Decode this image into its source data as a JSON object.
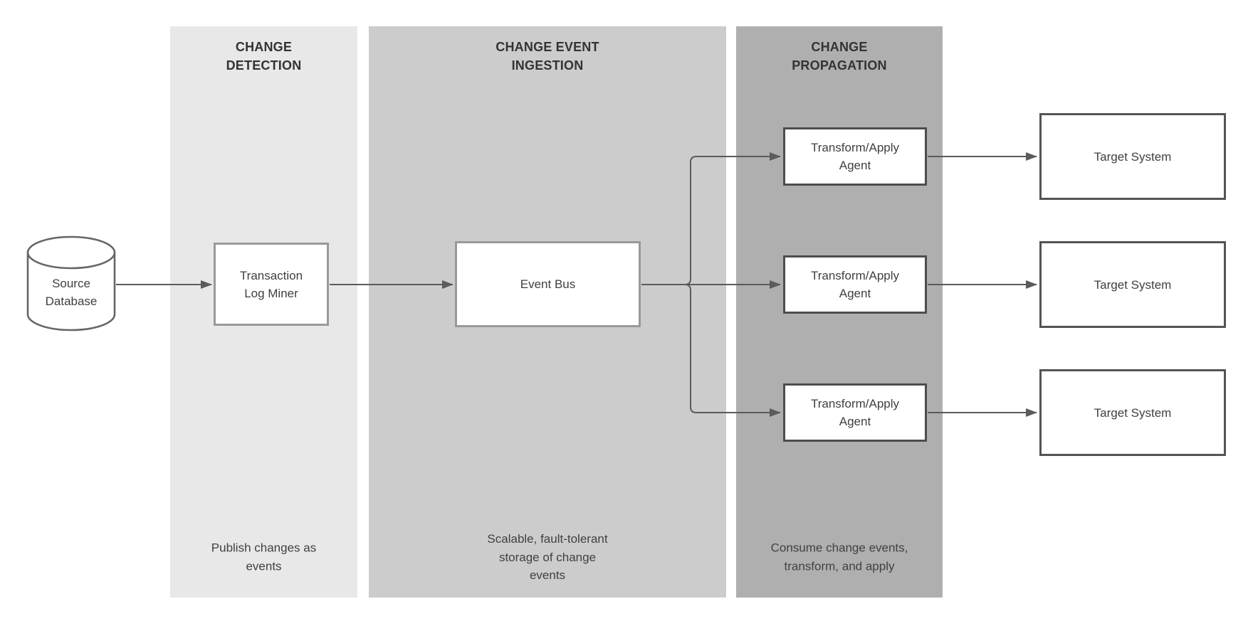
{
  "diagram": {
    "lanes": [
      {
        "id": "change-detection",
        "title": "CHANGE\nDETECTION",
        "note": "Publish changes as\nevents",
        "bg_color": "#e8e8e8"
      },
      {
        "id": "change-event-ingestion",
        "title": "CHANGE EVENT\nINGESTION",
        "note": "Scalable, fault-tolerant\nstorage of change\nevents",
        "bg_color": "#cccccc"
      },
      {
        "id": "change-propagation",
        "title": "CHANGE\nPROPAGATION",
        "note": "Consume change events,\ntransform, and apply",
        "bg_color": "#afafaf"
      }
    ],
    "nodes": {
      "source_database": "Source\nDatabase",
      "transaction_log_miner": "Transaction\nLog Miner",
      "event_bus": "Event Bus",
      "agents": [
        "Transform/Apply\nAgent",
        "Transform/Apply\nAgent",
        "Transform/Apply\nAgent"
      ],
      "targets": [
        "Target System",
        "Target System",
        "Target System"
      ]
    },
    "colors": {
      "lane1_bg": "#e8e8e8",
      "lane2_bg": "#cccccc",
      "lane3_bg": "#afafaf",
      "node_border_light": "#999999",
      "node_border_dark": "#4d4d4d",
      "cylinder_stroke": "#666666",
      "connector": "#5b5b5b",
      "title_text": "#333333",
      "body_text": "#3f3f3f"
    }
  }
}
